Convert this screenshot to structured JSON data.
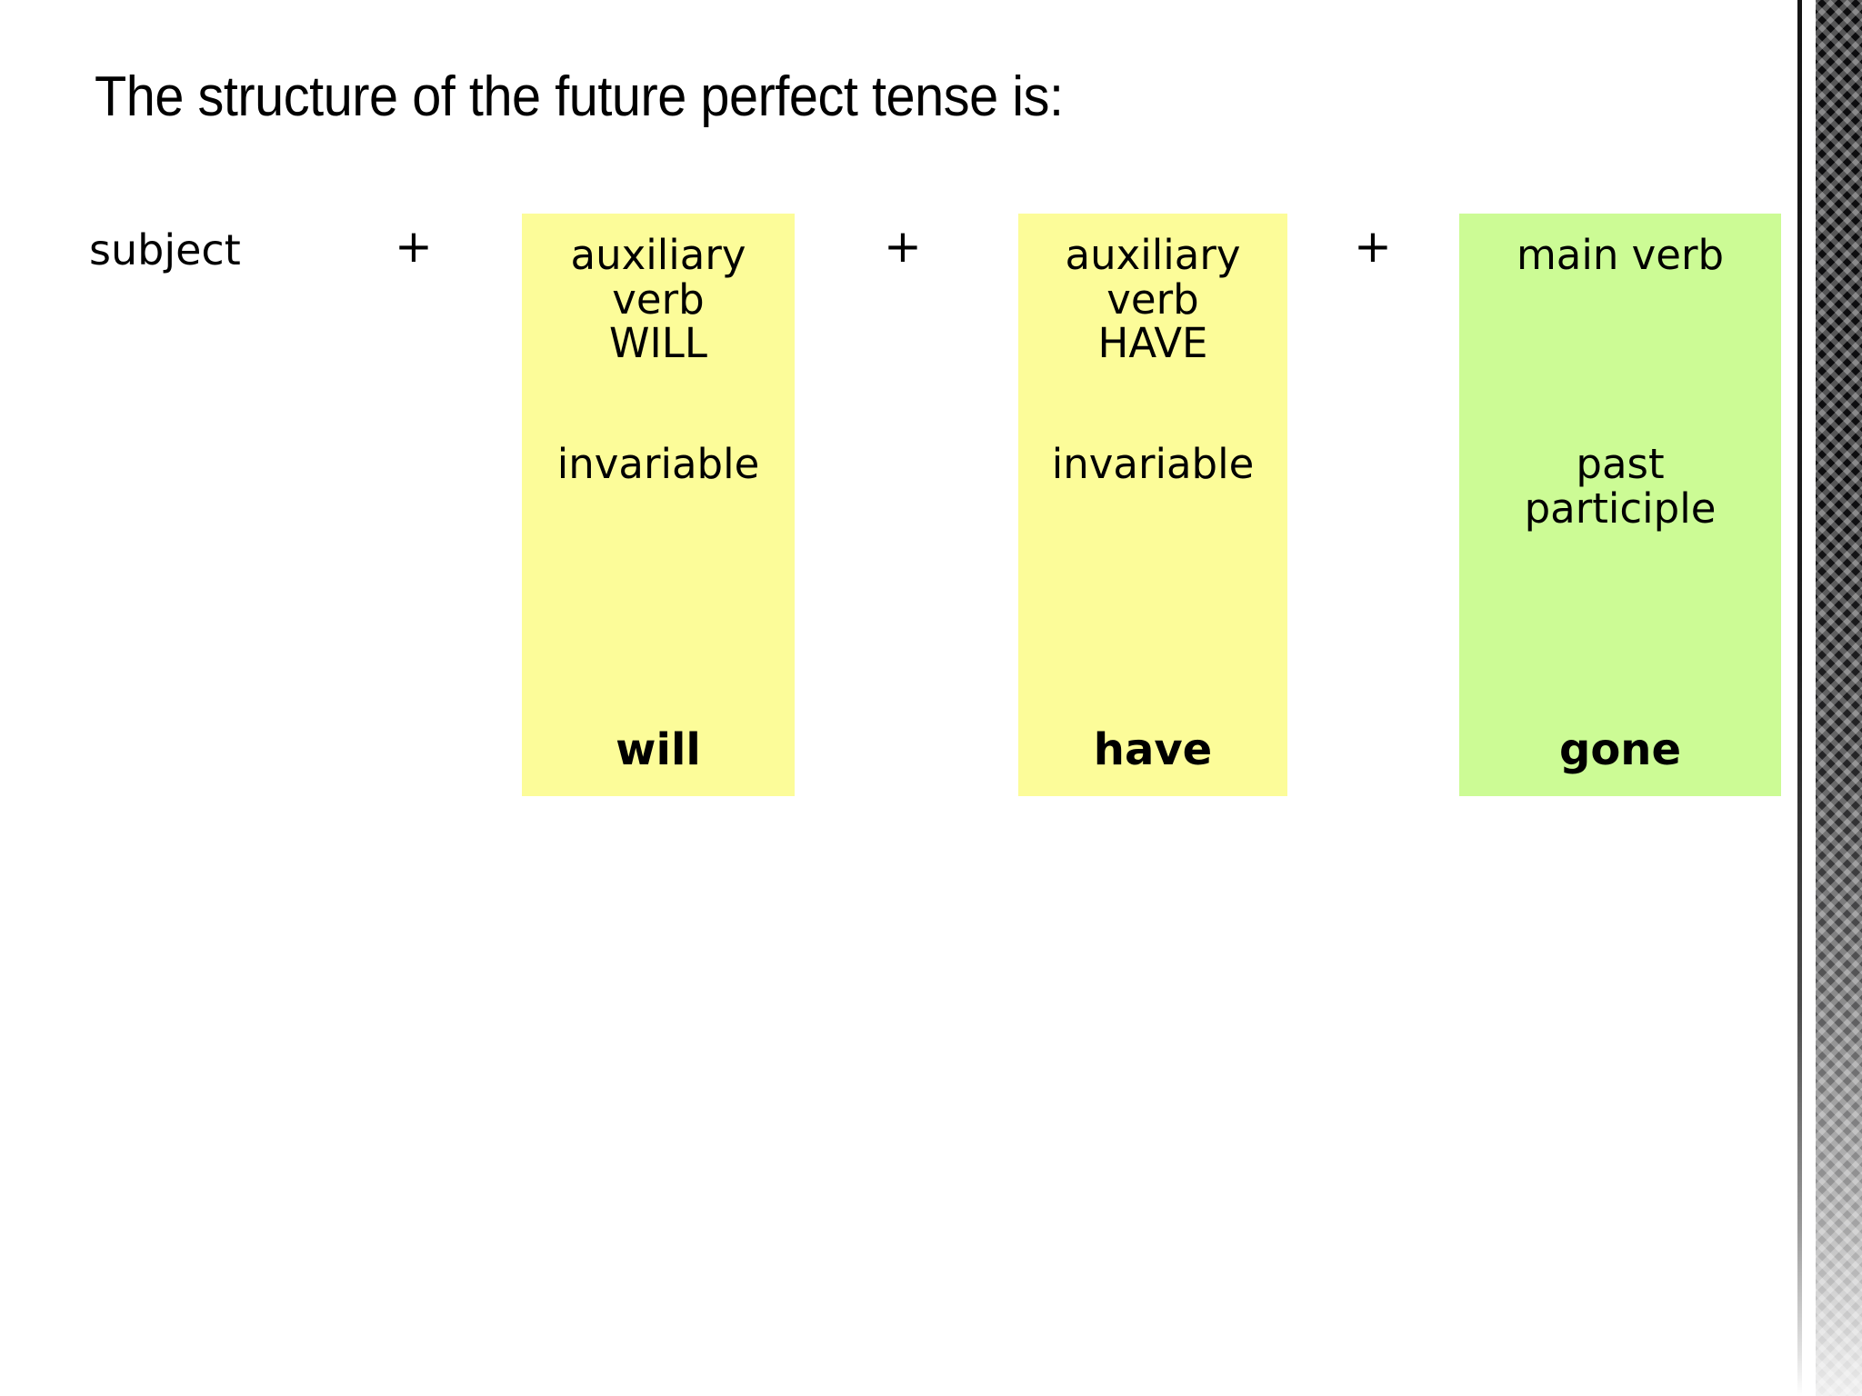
{
  "slide": {
    "title": "The structure of the future perfect tense is:",
    "background_color": "#FFFFFF",
    "text_color": "#000000"
  },
  "formula": {
    "subject_label": "subject",
    "operators": {
      "op1": "+",
      "op2": "+",
      "op3": "+"
    },
    "terms": [
      {
        "id": "auxiliary-will",
        "head": "auxiliary\nverb\nWILL",
        "middle": "invariable",
        "example": "will",
        "color": "#FCFC99"
      },
      {
        "id": "auxiliary-have",
        "head": "auxiliary\nverb\nHAVE",
        "middle": "invariable",
        "example": "have",
        "color": "#FCFC99"
      },
      {
        "id": "main-verb",
        "head": "main verb",
        "middle": "past\nparticiple",
        "example": "gone",
        "color": "#CCFB95"
      }
    ]
  },
  "decoration": {
    "right_rule_color": "#141414",
    "right_texture_color": "#0D0D0F"
  }
}
